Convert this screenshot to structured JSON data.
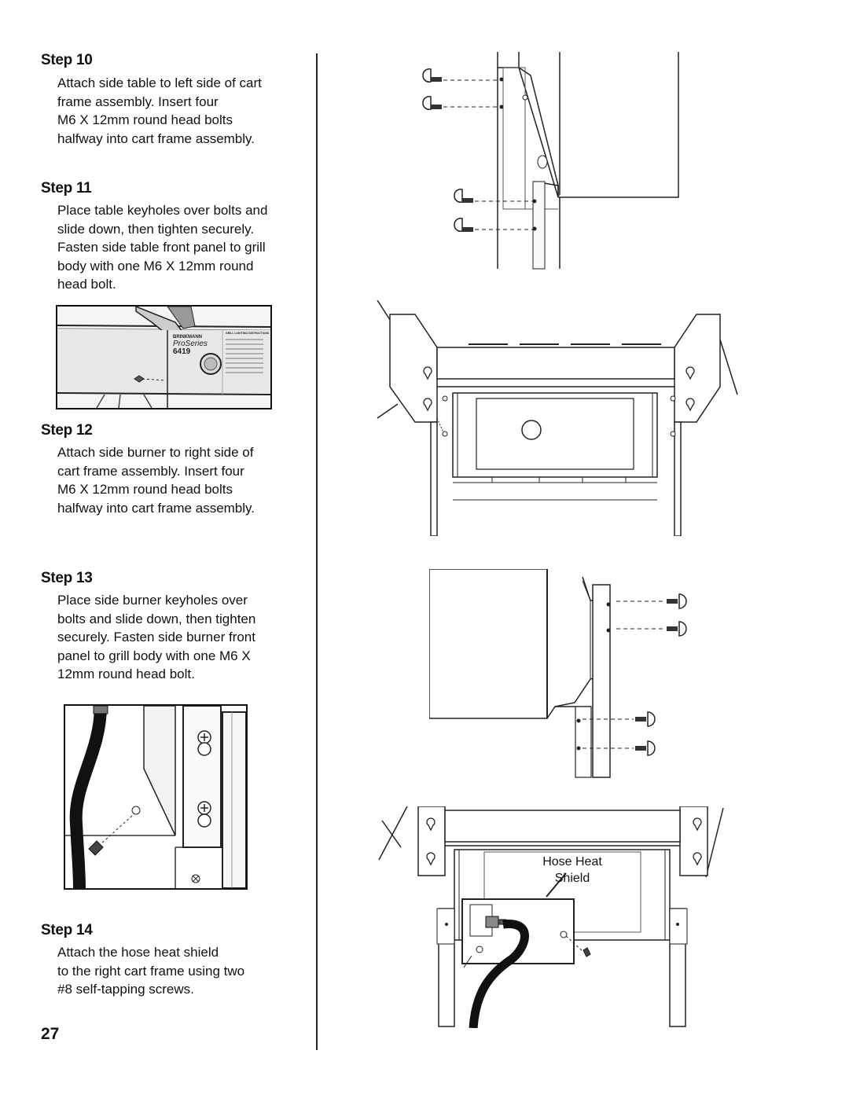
{
  "steps": [
    {
      "title": "Step 10",
      "lines": [
        "Attach side table to left side of cart",
        "frame assembly. Insert four",
        "M6 X 12mm round head bolts",
        "halfway into cart frame assembly."
      ]
    },
    {
      "title": "Step 11",
      "lines": [
        "Place table keyholes over bolts and",
        "slide down, then tighten securely.",
        "Fasten side table front panel to grill",
        "body with one M6 X 12mm round",
        "head bolt."
      ]
    },
    {
      "title": "Step 12",
      "lines": [
        "Attach side burner to right side of",
        "cart frame assembly. Insert four",
        "M6 X 12mm round head bolts",
        "halfway into cart frame assembly."
      ]
    },
    {
      "title": "Step 13",
      "lines": [
        "Place side burner keyholes over",
        "bolts and slide down, then tighten",
        "securely. Fasten side burner front",
        "panel to grill body with one M6 X",
        "12mm round head bolt."
      ]
    },
    {
      "title": "Step 14",
      "lines": [
        "Attach the hose heat shield",
        "to the right cart frame using two",
        "#8 self-tapping screws."
      ]
    }
  ],
  "photo_step11": {
    "brand": "BRINKMANN",
    "series": "ProSeries",
    "model": "6419",
    "heading": "GRILL LIGHTING INSTRUCTIONS"
  },
  "hose_shield_label": [
    "Hose Heat",
    "Shield"
  ],
  "page_number": "27"
}
